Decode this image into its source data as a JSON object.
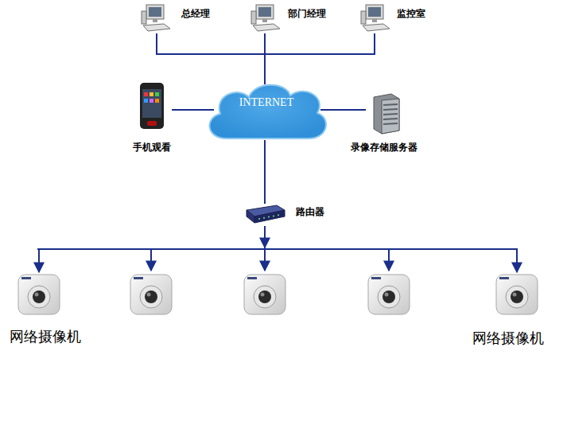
{
  "diagram": {
    "nodes": [
      {
        "text": [
          "总经理"
        ]
      },
      {
        "text": [
          "部门经理"
        ]
      },
      {
        "text": [
          "监控室"
        ]
      },
      {
        "text": [
          "INTERNET"
        ]
      },
      {
        "text": [
          "手机观看"
        ]
      },
      {
        "text": [
          "录像存储服务器"
        ]
      },
      {
        "text": [
          "路由器"
        ]
      },
      {
        "text": [
          "网络摄像机"
        ]
      },
      {
        "text": [
          "网络摄像机"
        ]
      }
    ],
    "edges": [
      {
        "from": 0,
        "to": 3,
        "arrow": "none"
      },
      {
        "from": 1,
        "to": 3,
        "arrow": "none"
      },
      {
        "from": 2,
        "to": 3,
        "arrow": "none"
      },
      {
        "from": 4,
        "to": 3,
        "arrow": "none"
      },
      {
        "from": 3,
        "to": 5,
        "arrow": "none"
      },
      {
        "from": 3,
        "to": 6,
        "arrow": "none"
      },
      {
        "from": 6,
        "to": 7,
        "arrow": "to"
      },
      {
        "from": 6,
        "to": 8,
        "arrow": "to"
      }
    ]
  }
}
